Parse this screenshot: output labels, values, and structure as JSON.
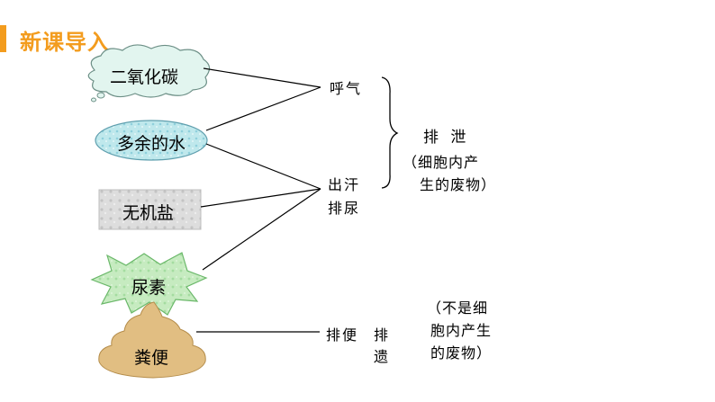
{
  "header": {
    "title": "新课导入",
    "accent_color": "#f39c1e",
    "title_color": "#f39c1e"
  },
  "substances": {
    "co2": "二氧化碳",
    "water": "多余的水",
    "salt": "无机盐",
    "urea": "尿素",
    "feces": "粪便"
  },
  "pathways": {
    "exhale": "呼气",
    "sweat": "出汗",
    "urinate": "排尿",
    "defecate": "排便"
  },
  "categories": {
    "excretion": "排 泄",
    "excretion_note_line1": "（细胞内产",
    "excretion_note_line2": "生的废物）",
    "egestion_line1": "排",
    "egestion_line2": "遗",
    "egestion_note_line1": "（不是细",
    "egestion_note_line2": "胞内产生",
    "egestion_note_line3": "的废物）"
  },
  "colors": {
    "cloud_fill": "#d9f2ec",
    "water_fill": "#a9dde4",
    "salt_fill": "#dcdcdc",
    "urea_fill": "#bfe6b8",
    "feces_fill": "#ddb97a"
  }
}
